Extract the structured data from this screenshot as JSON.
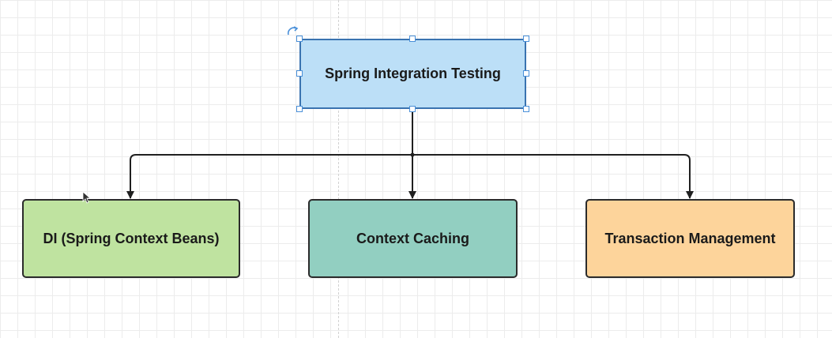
{
  "diagram": {
    "root": {
      "label": "Spring Integration Testing",
      "fill": "#bcdff7",
      "selected": true
    },
    "children": [
      {
        "key": "di",
        "label": "DI (Spring Context Beans)",
        "fill": "#bfe3a0"
      },
      {
        "key": "cache",
        "label": "Context Caching",
        "fill": "#92cfc1"
      },
      {
        "key": "tx",
        "label": "Transaction Management",
        "fill": "#fdd49b"
      }
    ],
    "connector_color": "#1f1f1f",
    "selection_color": "#4a90d9"
  }
}
